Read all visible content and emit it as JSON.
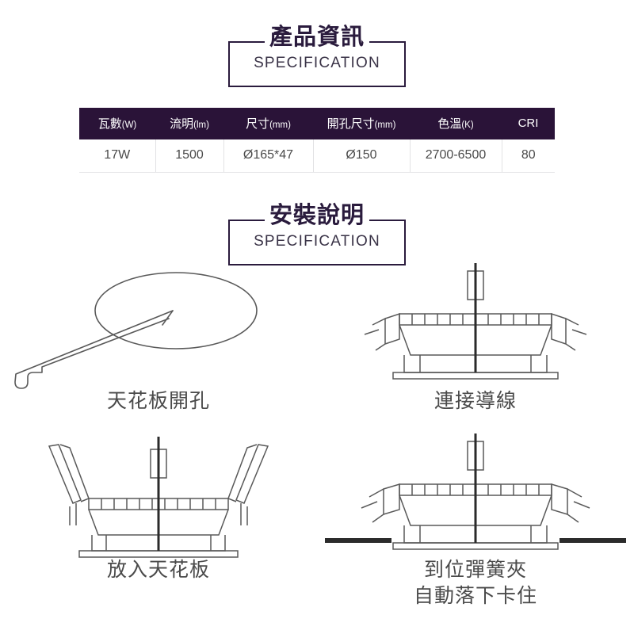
{
  "page": {
    "background": "#ffffff",
    "accent_dark": "#2a1338",
    "text_gray": "#4a4a4a"
  },
  "sections": {
    "spec": {
      "title_cjk": "產品資訊",
      "title_en": "SPECIFICATION"
    },
    "install": {
      "title_cjk": "安裝說明",
      "title_en": "SPECIFICATION"
    }
  },
  "spec_table": {
    "columns": [
      {
        "label": "瓦數",
        "unit": "(W)"
      },
      {
        "label": "流明",
        "unit": "(lm)"
      },
      {
        "label": "尺寸",
        "unit": "(mm)"
      },
      {
        "label": "開孔尺寸",
        "unit": "(mm)"
      },
      {
        "label": "色溫",
        "unit": "(K)"
      },
      {
        "label": "CRI",
        "unit": ""
      }
    ],
    "row": {
      "watts": "17W",
      "lumens": "1500",
      "size": "Ø165*47",
      "cutout": "Ø150",
      "cct": "2700-6500",
      "cri": "80"
    }
  },
  "install_steps": [
    {
      "label": "天花板開孔",
      "label2": "",
      "icon": "ceiling-hole-saw-icon"
    },
    {
      "label": "連接導線",
      "label2": "",
      "icon": "downlight-wire-icon"
    },
    {
      "label": "放入天花板",
      "label2": "",
      "icon": "downlight-insert-icon"
    },
    {
      "label": "到位彈簧夾",
      "label2": "自動落下卡住",
      "icon": "downlight-clipped-icon"
    }
  ]
}
